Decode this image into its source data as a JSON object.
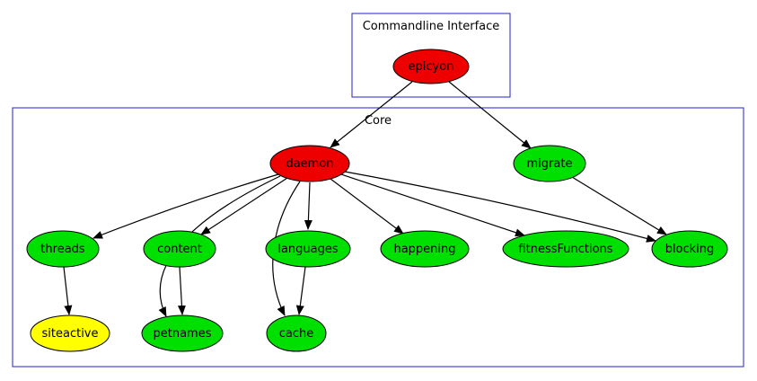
{
  "diagram": {
    "type": "module-dependency-graph",
    "clusters": [
      {
        "id": "commandline_interface",
        "label": "Commandline Interface"
      },
      {
        "id": "core",
        "label": "Core"
      }
    ],
    "nodes": [
      {
        "id": "epicyon",
        "label": "epicyon",
        "color": "#ee0000",
        "cluster": "commandline_interface"
      },
      {
        "id": "daemon",
        "label": "daemon",
        "color": "#ee0000",
        "cluster": "core"
      },
      {
        "id": "migrate",
        "label": "migrate",
        "color": "#00e000",
        "cluster": "core"
      },
      {
        "id": "threads",
        "label": "threads",
        "color": "#00e000",
        "cluster": "core"
      },
      {
        "id": "content",
        "label": "content",
        "color": "#00e000",
        "cluster": "core"
      },
      {
        "id": "languages",
        "label": "languages",
        "color": "#00e000",
        "cluster": "core"
      },
      {
        "id": "happening",
        "label": "happening",
        "color": "#00e000",
        "cluster": "core"
      },
      {
        "id": "fitnessFunctions",
        "label": "fitnessFunctions",
        "color": "#00e000",
        "cluster": "core"
      },
      {
        "id": "blocking",
        "label": "blocking",
        "color": "#00e000",
        "cluster": "core"
      },
      {
        "id": "siteactive",
        "label": "siteactive",
        "color": "#ffff00",
        "cluster": "core"
      },
      {
        "id": "petnames",
        "label": "petnames",
        "color": "#00e000",
        "cluster": "core"
      },
      {
        "id": "cache",
        "label": "cache",
        "color": "#00e000",
        "cluster": "core"
      }
    ],
    "edges": [
      {
        "from": "epicyon",
        "to": "daemon"
      },
      {
        "from": "epicyon",
        "to": "migrate"
      },
      {
        "from": "daemon",
        "to": "threads"
      },
      {
        "from": "daemon",
        "to": "content"
      },
      {
        "from": "daemon",
        "to": "languages"
      },
      {
        "from": "daemon",
        "to": "happening"
      },
      {
        "from": "daemon",
        "to": "fitnessFunctions"
      },
      {
        "from": "daemon",
        "to": "blocking"
      },
      {
        "from": "daemon",
        "to": "petnames"
      },
      {
        "from": "daemon",
        "to": "cache"
      },
      {
        "from": "migrate",
        "to": "blocking"
      },
      {
        "from": "threads",
        "to": "siteactive"
      },
      {
        "from": "content",
        "to": "petnames"
      },
      {
        "from": "languages",
        "to": "cache"
      }
    ],
    "colors": {
      "module_red": "#ee0000",
      "module_green": "#00e000",
      "module_yellow": "#ffff00",
      "cluster_border": "#2222cc",
      "edge": "#000000",
      "background": "#ffffff"
    }
  }
}
